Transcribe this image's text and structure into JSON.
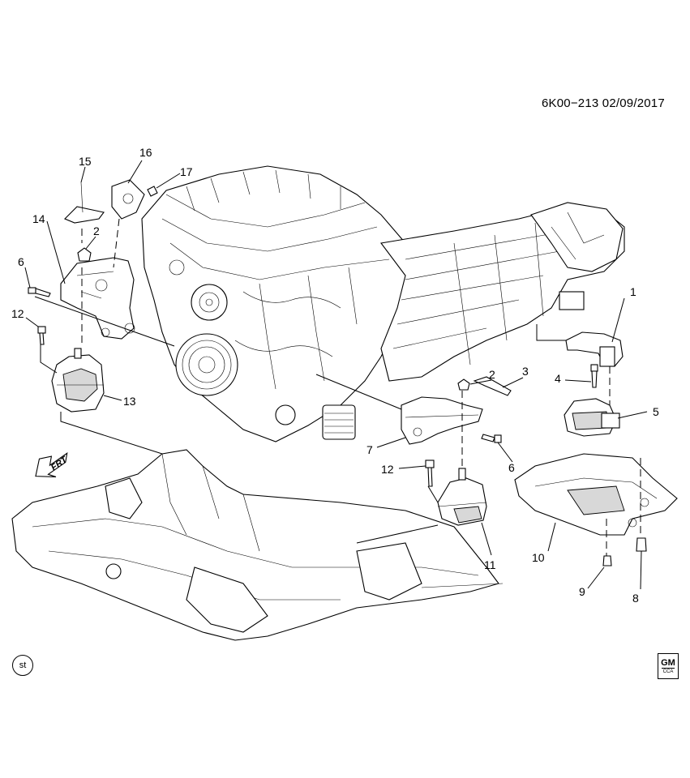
{
  "diagram": {
    "reference_code": "6K00−213  02/09/2017",
    "direction_label": "FRT",
    "corner_badge_left": "st",
    "corner_badge_right": {
      "brand": "GM",
      "sub": "CCA"
    },
    "callouts": [
      {
        "id": "c1",
        "label": "1"
      },
      {
        "id": "c2a",
        "label": "2"
      },
      {
        "id": "c2b",
        "label": "2"
      },
      {
        "id": "c3",
        "label": "3"
      },
      {
        "id": "c4",
        "label": "4"
      },
      {
        "id": "c5",
        "label": "5"
      },
      {
        "id": "c6a",
        "label": "6"
      },
      {
        "id": "c6b",
        "label": "6"
      },
      {
        "id": "c7",
        "label": "7"
      },
      {
        "id": "c8",
        "label": "8"
      },
      {
        "id": "c9",
        "label": "9"
      },
      {
        "id": "c10",
        "label": "10"
      },
      {
        "id": "c11",
        "label": "11"
      },
      {
        "id": "c12a",
        "label": "12"
      },
      {
        "id": "c12b",
        "label": "12"
      },
      {
        "id": "c13",
        "label": "13"
      },
      {
        "id": "c14",
        "label": "14"
      },
      {
        "id": "c15",
        "label": "15"
      },
      {
        "id": "c16",
        "label": "16"
      },
      {
        "id": "c17",
        "label": "17"
      }
    ]
  }
}
